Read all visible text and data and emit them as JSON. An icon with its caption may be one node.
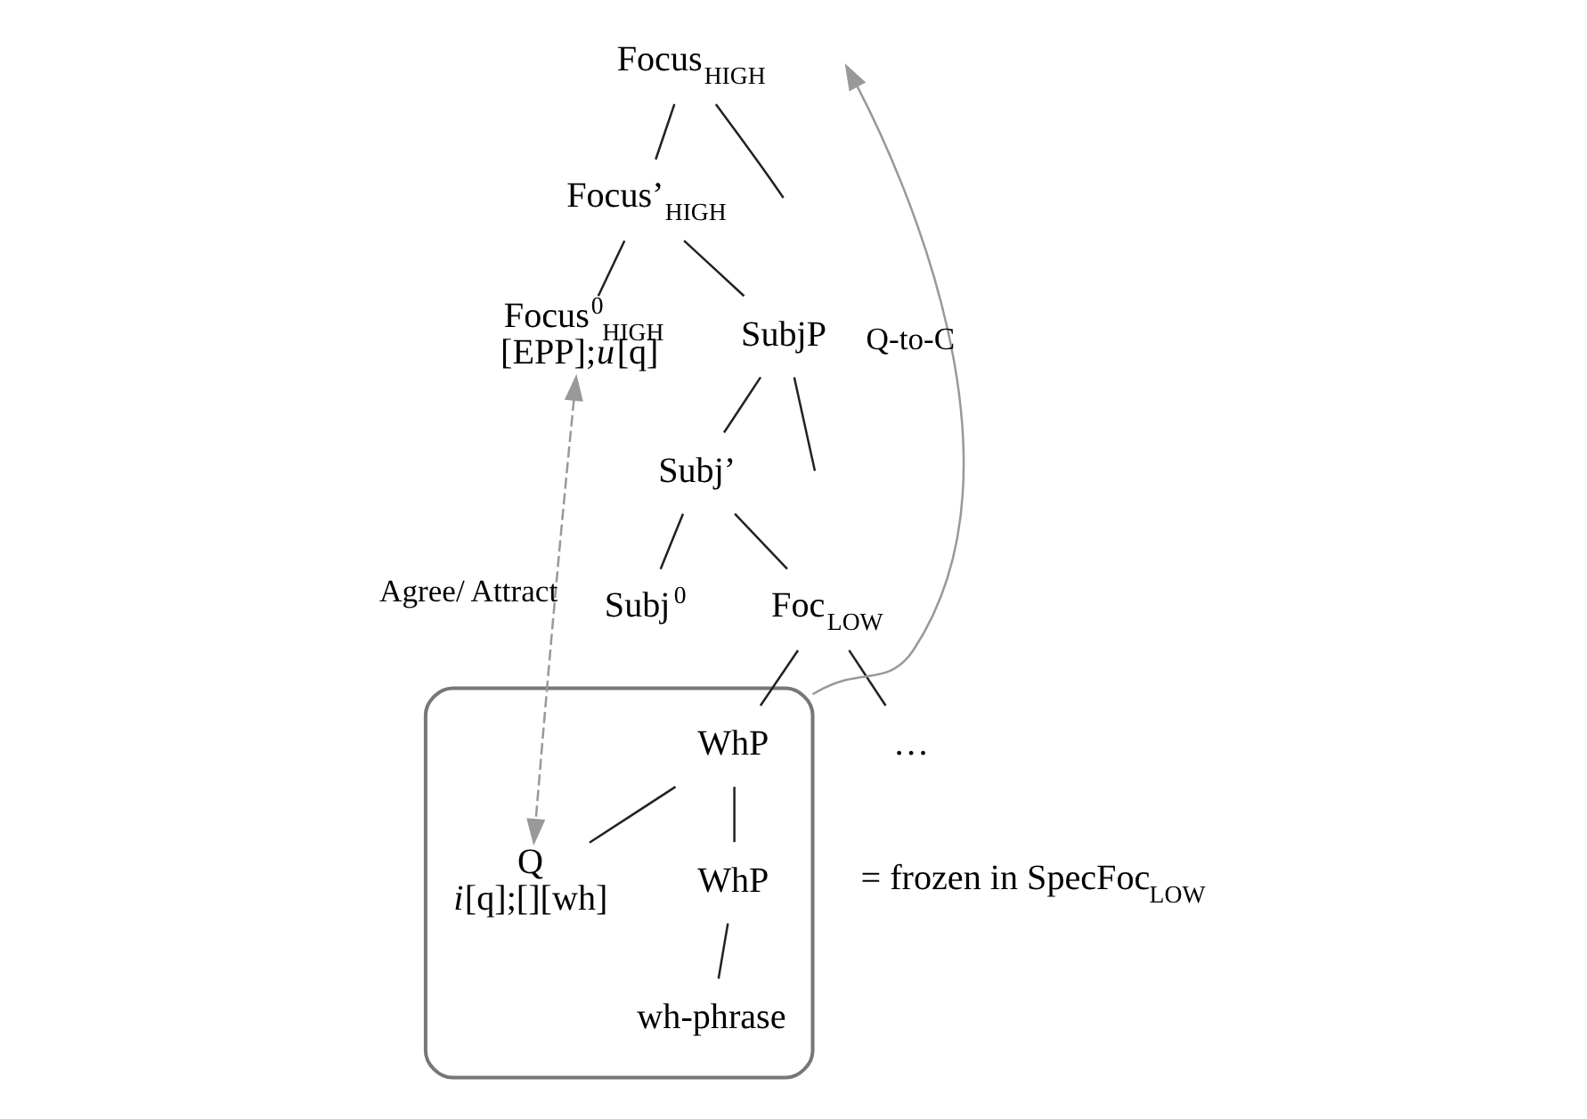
{
  "diagram": {
    "nodes": [
      {
        "text": [
          "Focus$_{HIGH}$"
        ]
      },
      {
        "text": [
          "Focus’$_{HIGH}$"
        ]
      },
      {
        "text": [
          "Focus$^{0}$$_{HIGH}$",
          "[EPP];*u*[q]"
        ]
      },
      {
        "text": [
          "SubjP"
        ]
      },
      {
        "text": [
          "Subj’"
        ]
      },
      {
        "text": [
          "Subj$^{0}$"
        ]
      },
      {
        "text": [
          "Foc$_{LOW}$"
        ]
      },
      {
        "text": [],
        "shape": "box",
        "beside": [
          "= frozen in SpecFoc$_{LOW}$"
        ]
      },
      {
        "text": [
          "WhP"
        ],
        "in": 7
      },
      {
        "text": [
          "Q",
          "*i*[q];[][wh]"
        ],
        "in": 7
      },
      {
        "text": [
          "WhP"
        ],
        "in": 7
      },
      {
        "text": [
          "wh-phrase"
        ],
        "in": 7
      },
      {
        "text": [
          "…"
        ]
      }
    ],
    "edges": [
      {
        "from": 0,
        "to": null,
        "arrow": "none"
      },
      {
        "from": 0,
        "to": 1,
        "arrow": "none"
      },
      {
        "from": 1,
        "to": 2,
        "arrow": "none"
      },
      {
        "from": 1,
        "to": 3,
        "arrow": "none"
      },
      {
        "from": 3,
        "to": null,
        "arrow": "none"
      },
      {
        "from": 3,
        "to": 4,
        "arrow": "none"
      },
      {
        "from": 4,
        "to": 5,
        "arrow": "none"
      },
      {
        "from": 4,
        "to": 6,
        "arrow": "none"
      },
      {
        "from": 6,
        "to": 8,
        "arrow": "none"
      },
      {
        "from": 6,
        "to": 12,
        "arrow": "none"
      },
      {
        "from": 8,
        "to": 9,
        "arrow": "none"
      },
      {
        "from": 8,
        "to": 10,
        "arrow": "none"
      },
      {
        "from": 10,
        "to": 11,
        "arrow": "none"
      },
      {
        "from": 7,
        "to": null,
        "arrow": "to",
        "label": "Q-to-C",
        "color": "#999999"
      },
      {
        "from": 2,
        "to": 9,
        "arrow": "both",
        "label": "Agree/ Attract",
        "style": "dashed",
        "color": "#999999"
      }
    ]
  }
}
